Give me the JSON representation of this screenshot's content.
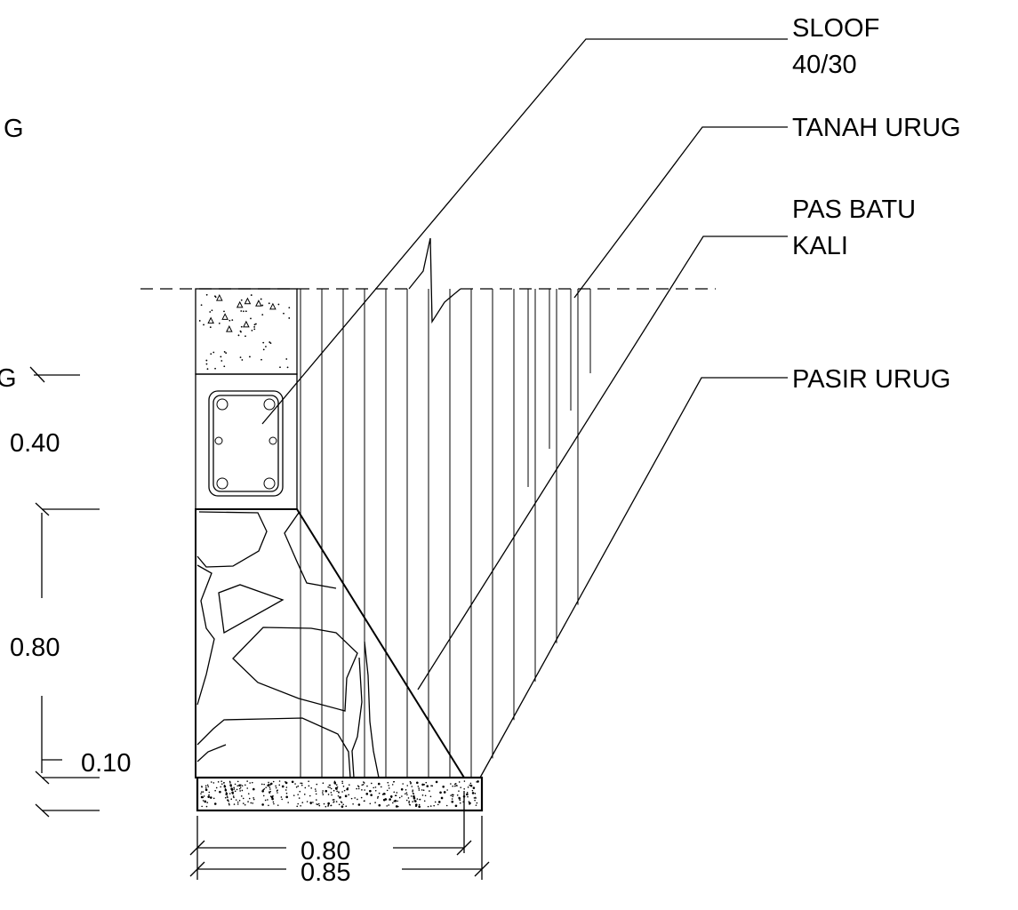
{
  "labels": {
    "sloof_line1": "SLOOF",
    "sloof_line2": "40/30",
    "tanah_urug": "TANAH URUG",
    "pas_batu_line1": "PAS BATU",
    "pas_batu_line2": "KALI",
    "pasir_urug": "PASIR URUG",
    "left_cut_top": "G",
    "left_cut_mid": "G"
  },
  "dimensions": {
    "sloof_height": "0.40",
    "footing_height": "0.80",
    "sand_height": "0.10",
    "footing_width": "0.80",
    "sand_width": "0.85"
  }
}
